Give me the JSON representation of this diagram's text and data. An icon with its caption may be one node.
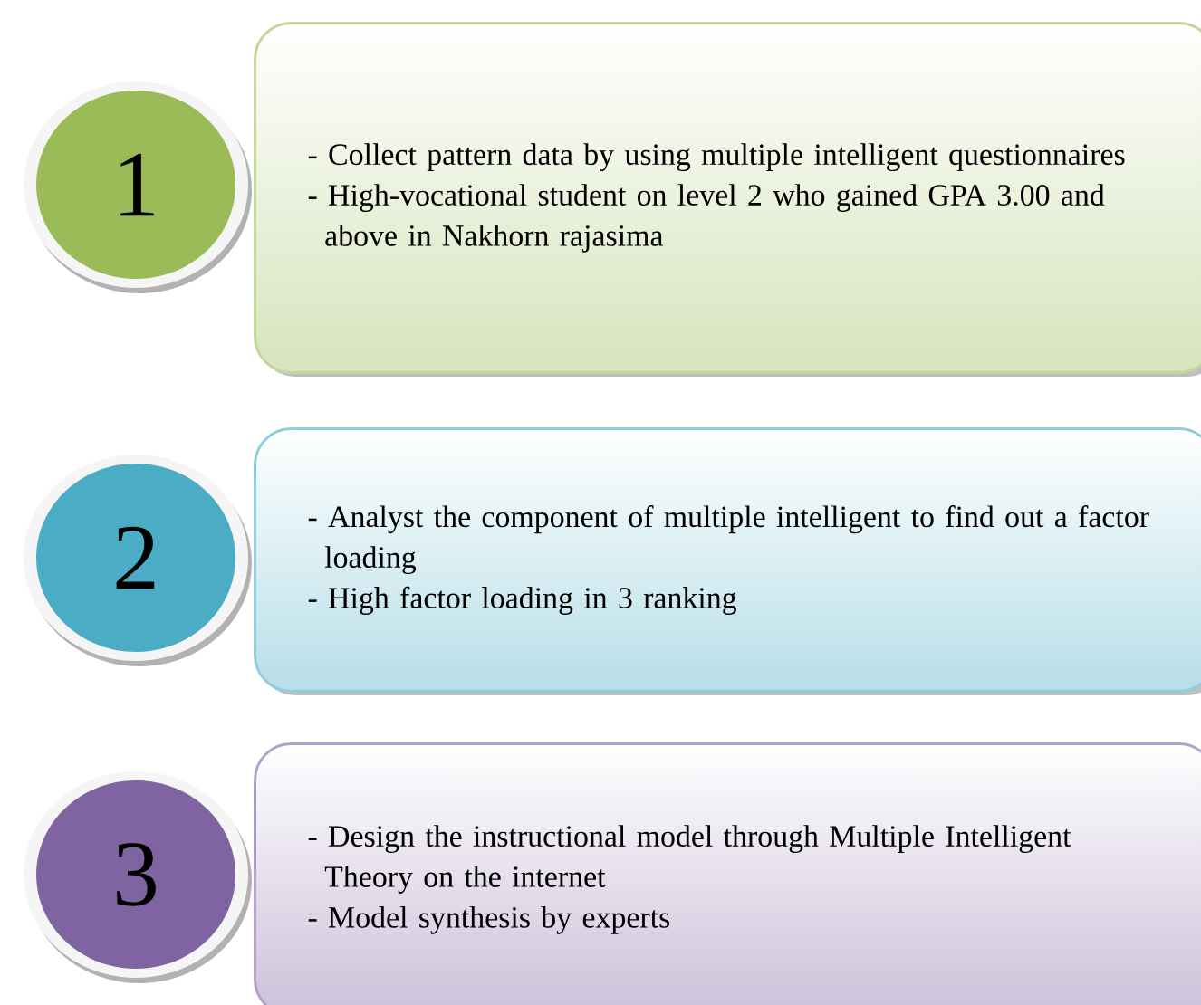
{
  "diagram": {
    "nodes": [
      {
        "text": [
          "1"
        ]
      },
      {
        "text": [
          "- Collect pattern data by using multiple intelligent questionnaires",
          "- High-vocational student on level 2 who gained GPA 3.00 and above in Nakhorn rajasima"
        ]
      },
      {
        "text": [
          "2"
        ]
      },
      {
        "text": [
          "- Analyst the component of multiple intelligent to find out a factor loading",
          "- High factor loading in 3 ranking"
        ]
      },
      {
        "text": [
          "3"
        ]
      },
      {
        "text": [
          "- Design the instructional model through Multiple Intelligent Theory on the internet",
          "- Model synthesis by experts"
        ]
      }
    ]
  }
}
